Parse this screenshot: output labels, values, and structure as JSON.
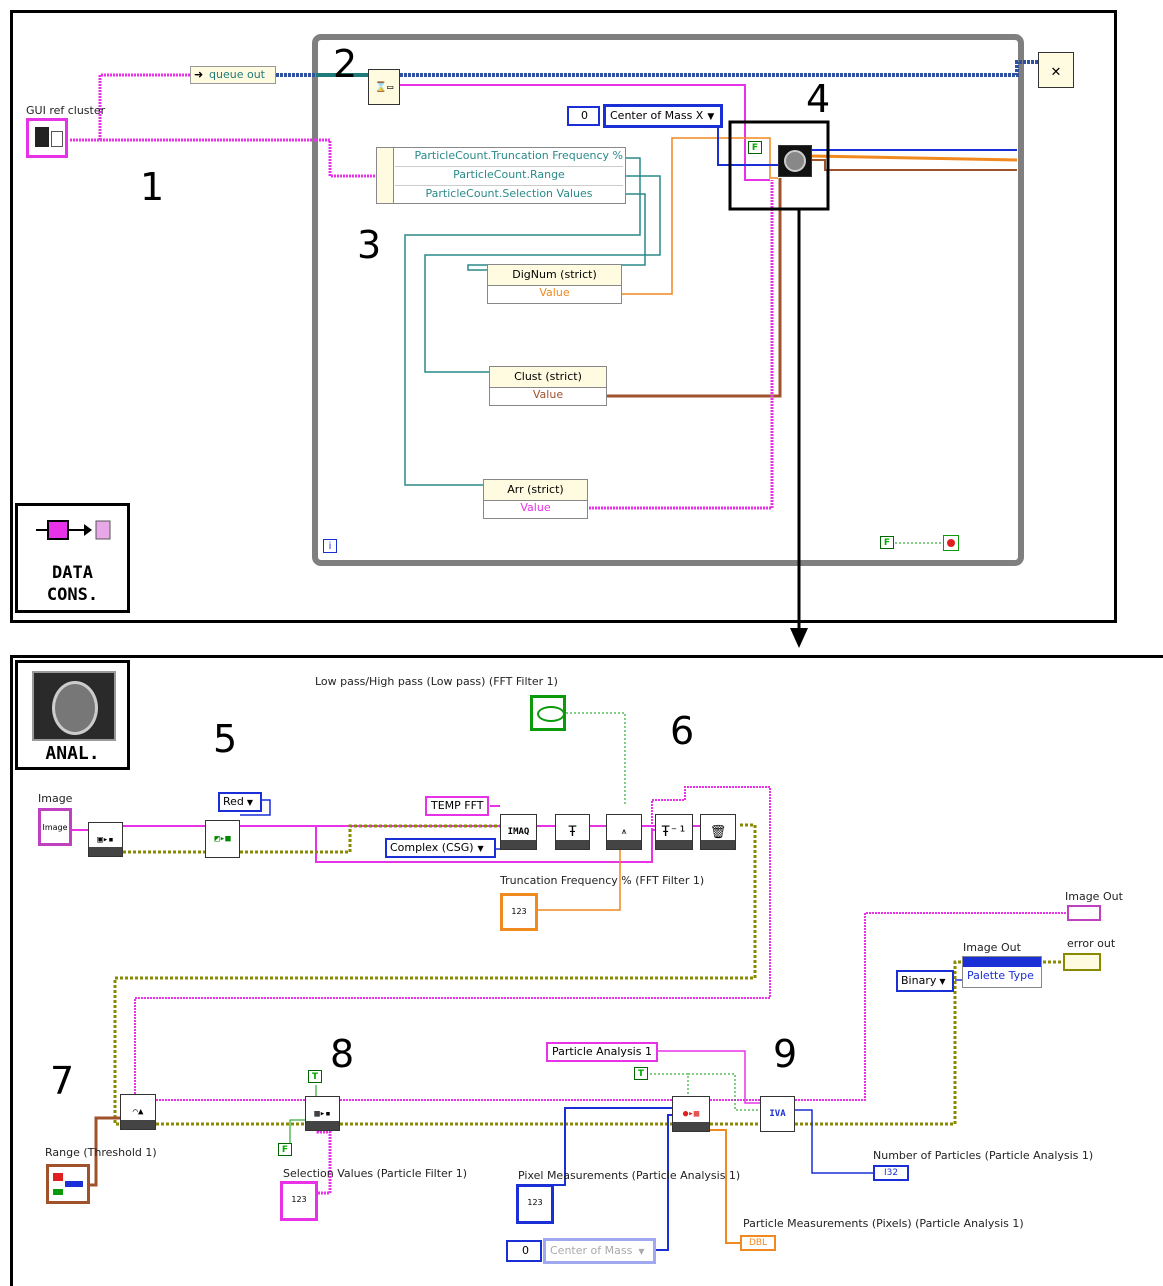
{
  "top": {
    "numbers": [
      "1",
      "2",
      "3",
      "4"
    ],
    "gui_ref_label": "GUI ref cluster",
    "queue_out": "queue out",
    "unbundle": [
      "ParticleCount.Truncation Frequency %",
      "ParticleCount.Range",
      "ParticleCount.Selection Values"
    ],
    "enum_index": "0",
    "enum_value": "Center of Mass X",
    "false_const": "F",
    "dignum_title": "DigNum (strict)",
    "clust_title": "Clust (strict)",
    "arr_title": "Arr (strict)",
    "value_label": "Value",
    "iteration": "i",
    "data_cons_icon_text": "DATA CONS."
  },
  "bottom": {
    "numbers": [
      "5",
      "6",
      "7",
      "8",
      "9"
    ],
    "anal_icon_text": "ANAL.",
    "image_label": "Image",
    "image_terminal": "Image",
    "red_enum": "Red",
    "lowpass_label": "Low pass/High pass (Low pass) (FFT Filter 1)",
    "temp_fft": "TEMP FFT",
    "imaq_label": "IMAQ",
    "complex_enum": "Complex (CSG)",
    "truncation_label": "Truncation Frequency % (FFT Filter 1)",
    "image_out_label": "Image Out",
    "image_out_label2": "Image Out",
    "error_out_label": "error out",
    "binary_enum": "Binary",
    "palette_type": "Palette Type",
    "particle_analysis_tag": "Particle Analysis 1",
    "true_const": "T",
    "false_const": "F",
    "range_label": "Range (Threshold 1)",
    "selection_label": "Selection Values (Particle Filter 1)",
    "pixel_meas_label": "Pixel Measurements (Particle Analysis 1)",
    "num_particles_label": "Number of Particles (Particle Analysis 1)",
    "particle_meas_label": "Particle Measurements (Pixels) (Particle Analysis 1)",
    "i32_terminal": "I32",
    "dbl_terminal": "DBL",
    "enum_index2": "0",
    "center_of_mass": "Center of Mass",
    "ivr_label": "IVA",
    "terminal_123": "123"
  },
  "colors": {
    "pink": "#e832e8",
    "teal": "#2a8a8a",
    "blue": "#1a2fd6",
    "orange": "#f0891e",
    "brown": "#a0522d",
    "olive": "#8a8a00",
    "green": "#0a9a0a",
    "loop": "#808080"
  }
}
